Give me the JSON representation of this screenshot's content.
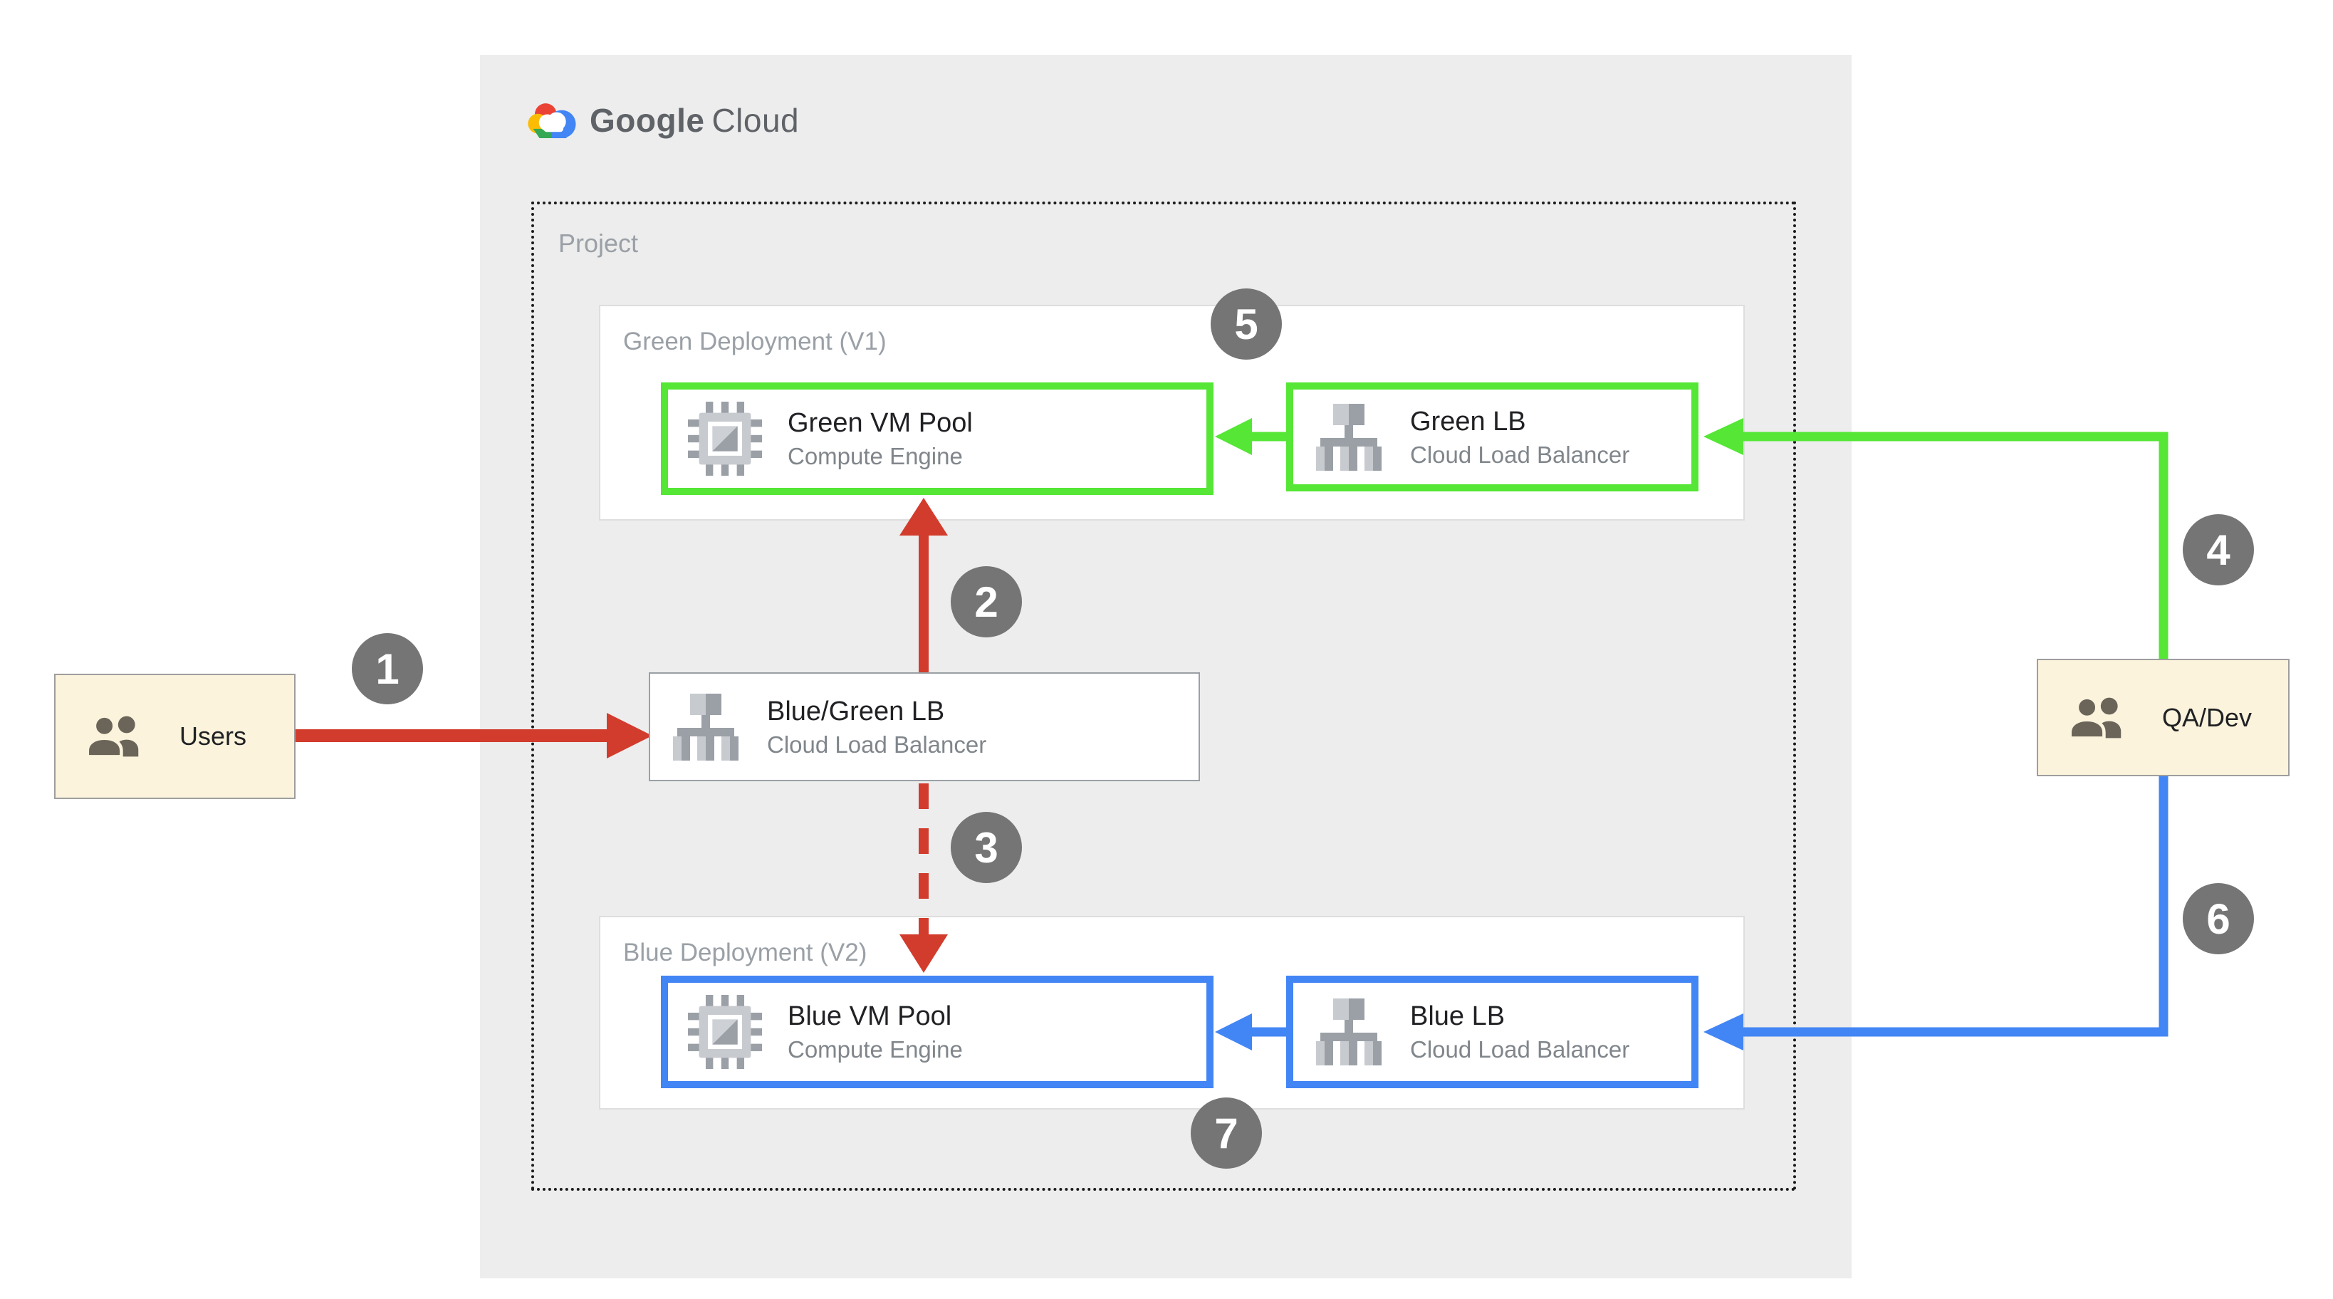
{
  "brand": {
    "logo_text_primary": "Google",
    "logo_text_secondary": "Cloud"
  },
  "project": {
    "label": "Project"
  },
  "groups": {
    "green": {
      "label": "Green Deployment (V1)"
    },
    "blue": {
      "label": "Blue Deployment (V2)"
    }
  },
  "nodes": {
    "green_vm": {
      "title": "Green VM Pool",
      "subtitle": "Compute Engine"
    },
    "green_lb": {
      "title": "Green LB",
      "subtitle": "Cloud Load Balancer"
    },
    "bluegreen_lb": {
      "title": "Blue/Green LB",
      "subtitle": "Cloud Load Balancer"
    },
    "blue_vm": {
      "title": "Blue VM Pool",
      "subtitle": "Compute Engine"
    },
    "blue_lb": {
      "title": "Blue LB",
      "subtitle": "Cloud Load Balancer"
    }
  },
  "actors": {
    "users": {
      "label": "Users"
    },
    "qa_dev": {
      "label": "QA/Dev"
    }
  },
  "steps": [
    {
      "label": "1"
    },
    {
      "label": "2"
    },
    {
      "label": "3"
    },
    {
      "label": "4"
    },
    {
      "label": "5"
    },
    {
      "label": "6"
    },
    {
      "label": "7"
    }
  ],
  "icons": {
    "logo": "google-cloud-icon",
    "compute": "chip-icon",
    "load_balancer": "network-tree-icon",
    "actor": "people-icon"
  },
  "colors": {
    "green": "#55E636",
    "blue": "#4285F4",
    "red": "#D23C2D",
    "badge_gray": "#757575",
    "panel_gray": "#EDEDED",
    "actor_cream": "#FBF3DC",
    "label_gray": "#9AA0A6",
    "subtitle_gray": "#80868B"
  }
}
